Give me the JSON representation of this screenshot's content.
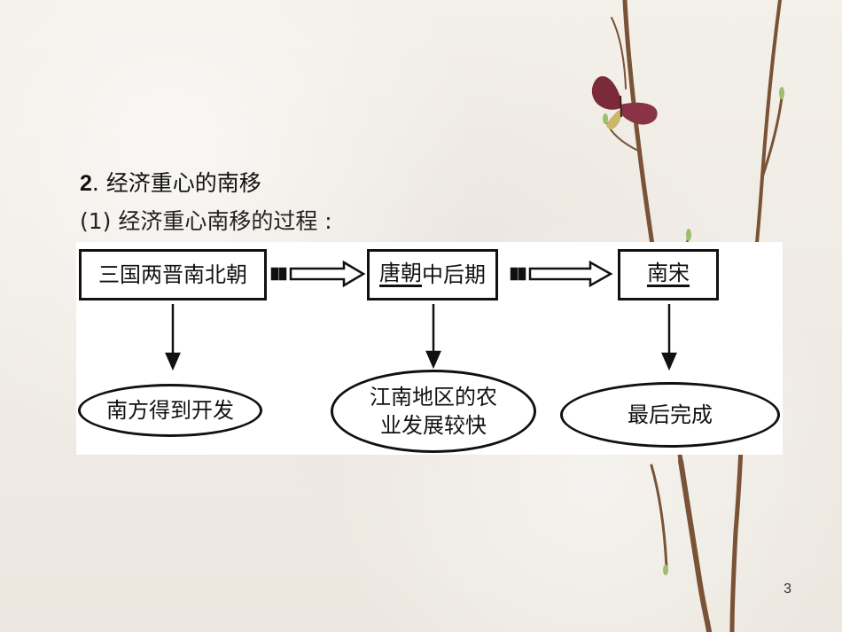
{
  "title": {
    "number": "2",
    "text": ". 经济重心的南移"
  },
  "subtitle": "(1) 经济重心南移的过程 :",
  "diagram": {
    "stages": [
      {
        "underlined": "",
        "rest": "三国两晋南北朝"
      },
      {
        "underlined": "唐朝",
        "rest": "中后期"
      },
      {
        "underlined": "南宋",
        "rest": ""
      }
    ],
    "results": [
      {
        "line1": "南方得到开发",
        "line2": ""
      },
      {
        "line1": "江南地区的农",
        "line2": "业发展较快"
      },
      {
        "line1": "最后完成",
        "line2": ""
      }
    ]
  },
  "page_number": "3"
}
